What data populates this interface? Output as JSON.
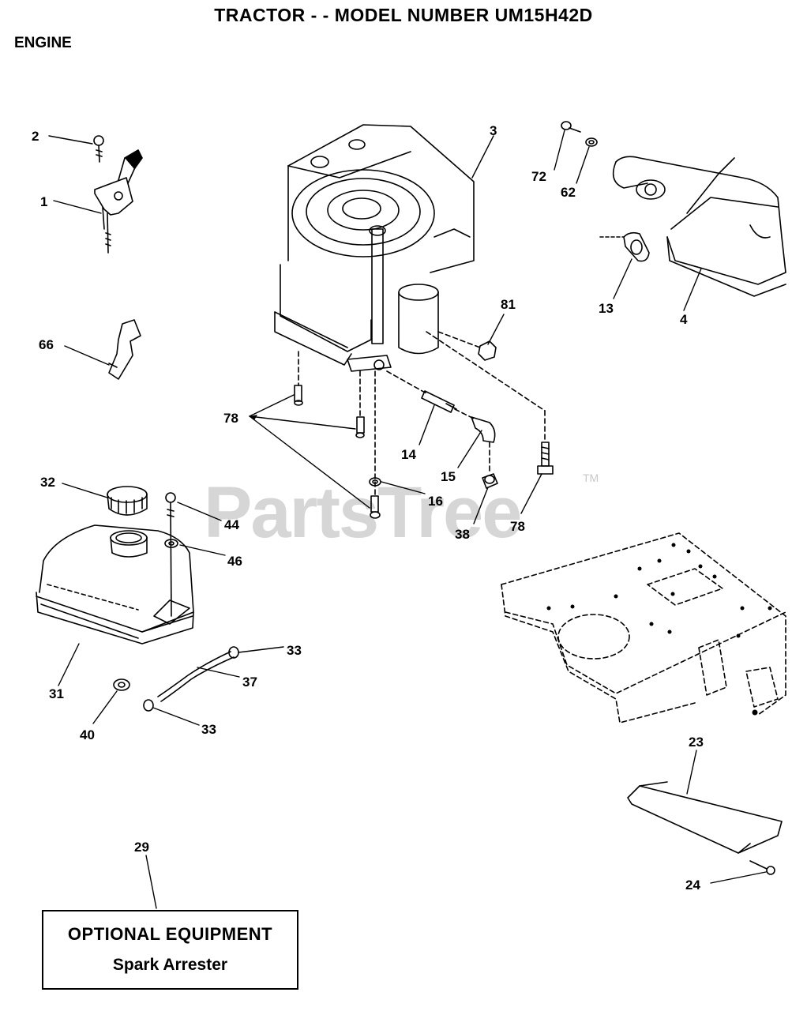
{
  "header": {
    "title": "TRACTOR - - MODEL NUMBER UM15H42D",
    "section": "ENGINE"
  },
  "watermark": {
    "text": "PartsTree",
    "tm": "TM"
  },
  "callouts": {
    "c1": "1",
    "c2": "2",
    "c3": "3",
    "c4": "4",
    "c13": "13",
    "c14": "14",
    "c15": "15",
    "c16": "16",
    "c23": "23",
    "c24": "24",
    "c29": "29",
    "c31": "31",
    "c32": "32",
    "c33a": "33",
    "c33b": "33",
    "c37": "37",
    "c38": "38",
    "c40": "40",
    "c44": "44",
    "c46": "46",
    "c62": "62",
    "c66": "66",
    "c72": "72",
    "c78a": "78",
    "c78b": "78",
    "c81": "81"
  },
  "optional": {
    "heading": "OPTIONAL EQUIPMENT",
    "item": "Spark Arrester"
  }
}
